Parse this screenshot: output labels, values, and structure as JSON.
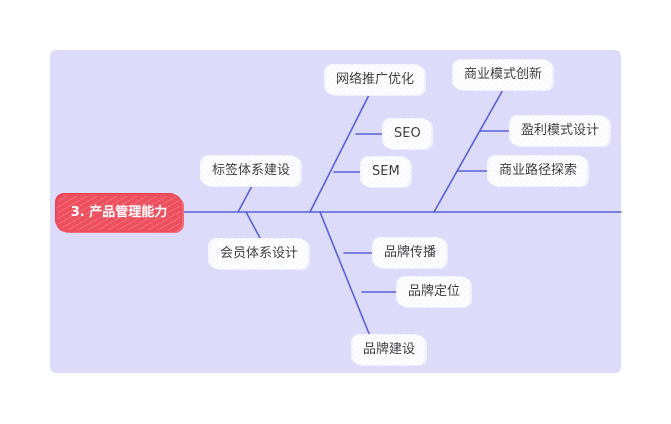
{
  "colors": {
    "panel": "#dcdcfa",
    "line": "#5a60d8",
    "root": "#ee4f5e",
    "node": "#ffffff"
  },
  "root": {
    "label": "3. 产品管理能力"
  },
  "branches": {
    "biaoqian": {
      "label": "标签体系建设"
    },
    "huiyuan": {
      "label": "会员体系设计"
    },
    "wangluo": {
      "label": "网络推广优化",
      "children": [
        "SEO",
        "SEM"
      ]
    },
    "pinpai": {
      "children": [
        "品牌传播",
        "品牌定位",
        "品牌建设"
      ]
    },
    "shangye": {
      "label": "商业模式创新",
      "children": [
        "盈利模式设计",
        "商业路径探索"
      ]
    }
  }
}
